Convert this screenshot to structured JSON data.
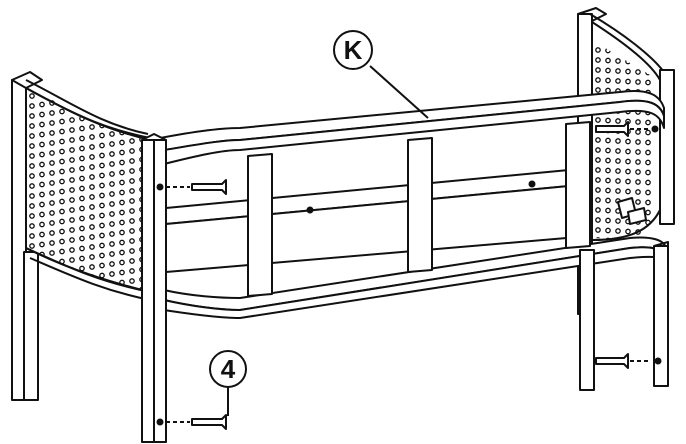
{
  "diagram": {
    "callouts": [
      {
        "id": "part",
        "label": "K"
      },
      {
        "id": "screw",
        "label": "4"
      }
    ],
    "colors": {
      "line": "#111111",
      "fill": "#ffffff",
      "hole": "#111111"
    }
  }
}
